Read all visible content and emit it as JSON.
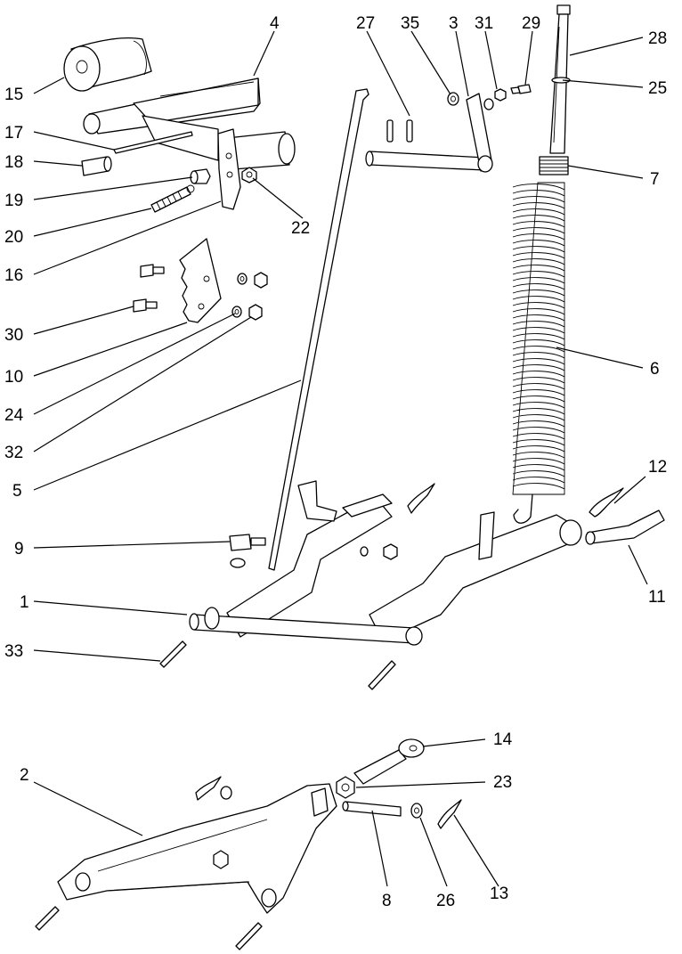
{
  "colors": {
    "line": "#000000",
    "background": "#ffffff"
  },
  "callouts": {
    "c1": "1",
    "c2": "2",
    "c3": "3",
    "c4": "4",
    "c5": "5",
    "c6": "6",
    "c7": "7",
    "c8": "8",
    "c9": "9",
    "c10": "10",
    "c11": "11",
    "c12": "12",
    "c13": "13",
    "c14": "14",
    "c15": "15",
    "c16": "16",
    "c17": "17",
    "c18": "18",
    "c19": "19",
    "c20": "20",
    "c22": "22",
    "c23": "23",
    "c24": "24",
    "c25": "25",
    "c26": "26",
    "c27": "27",
    "c28": "28",
    "c29": "29",
    "c30": "30",
    "c31": "31",
    "c32": "32",
    "c33": "33",
    "c35": "35"
  }
}
